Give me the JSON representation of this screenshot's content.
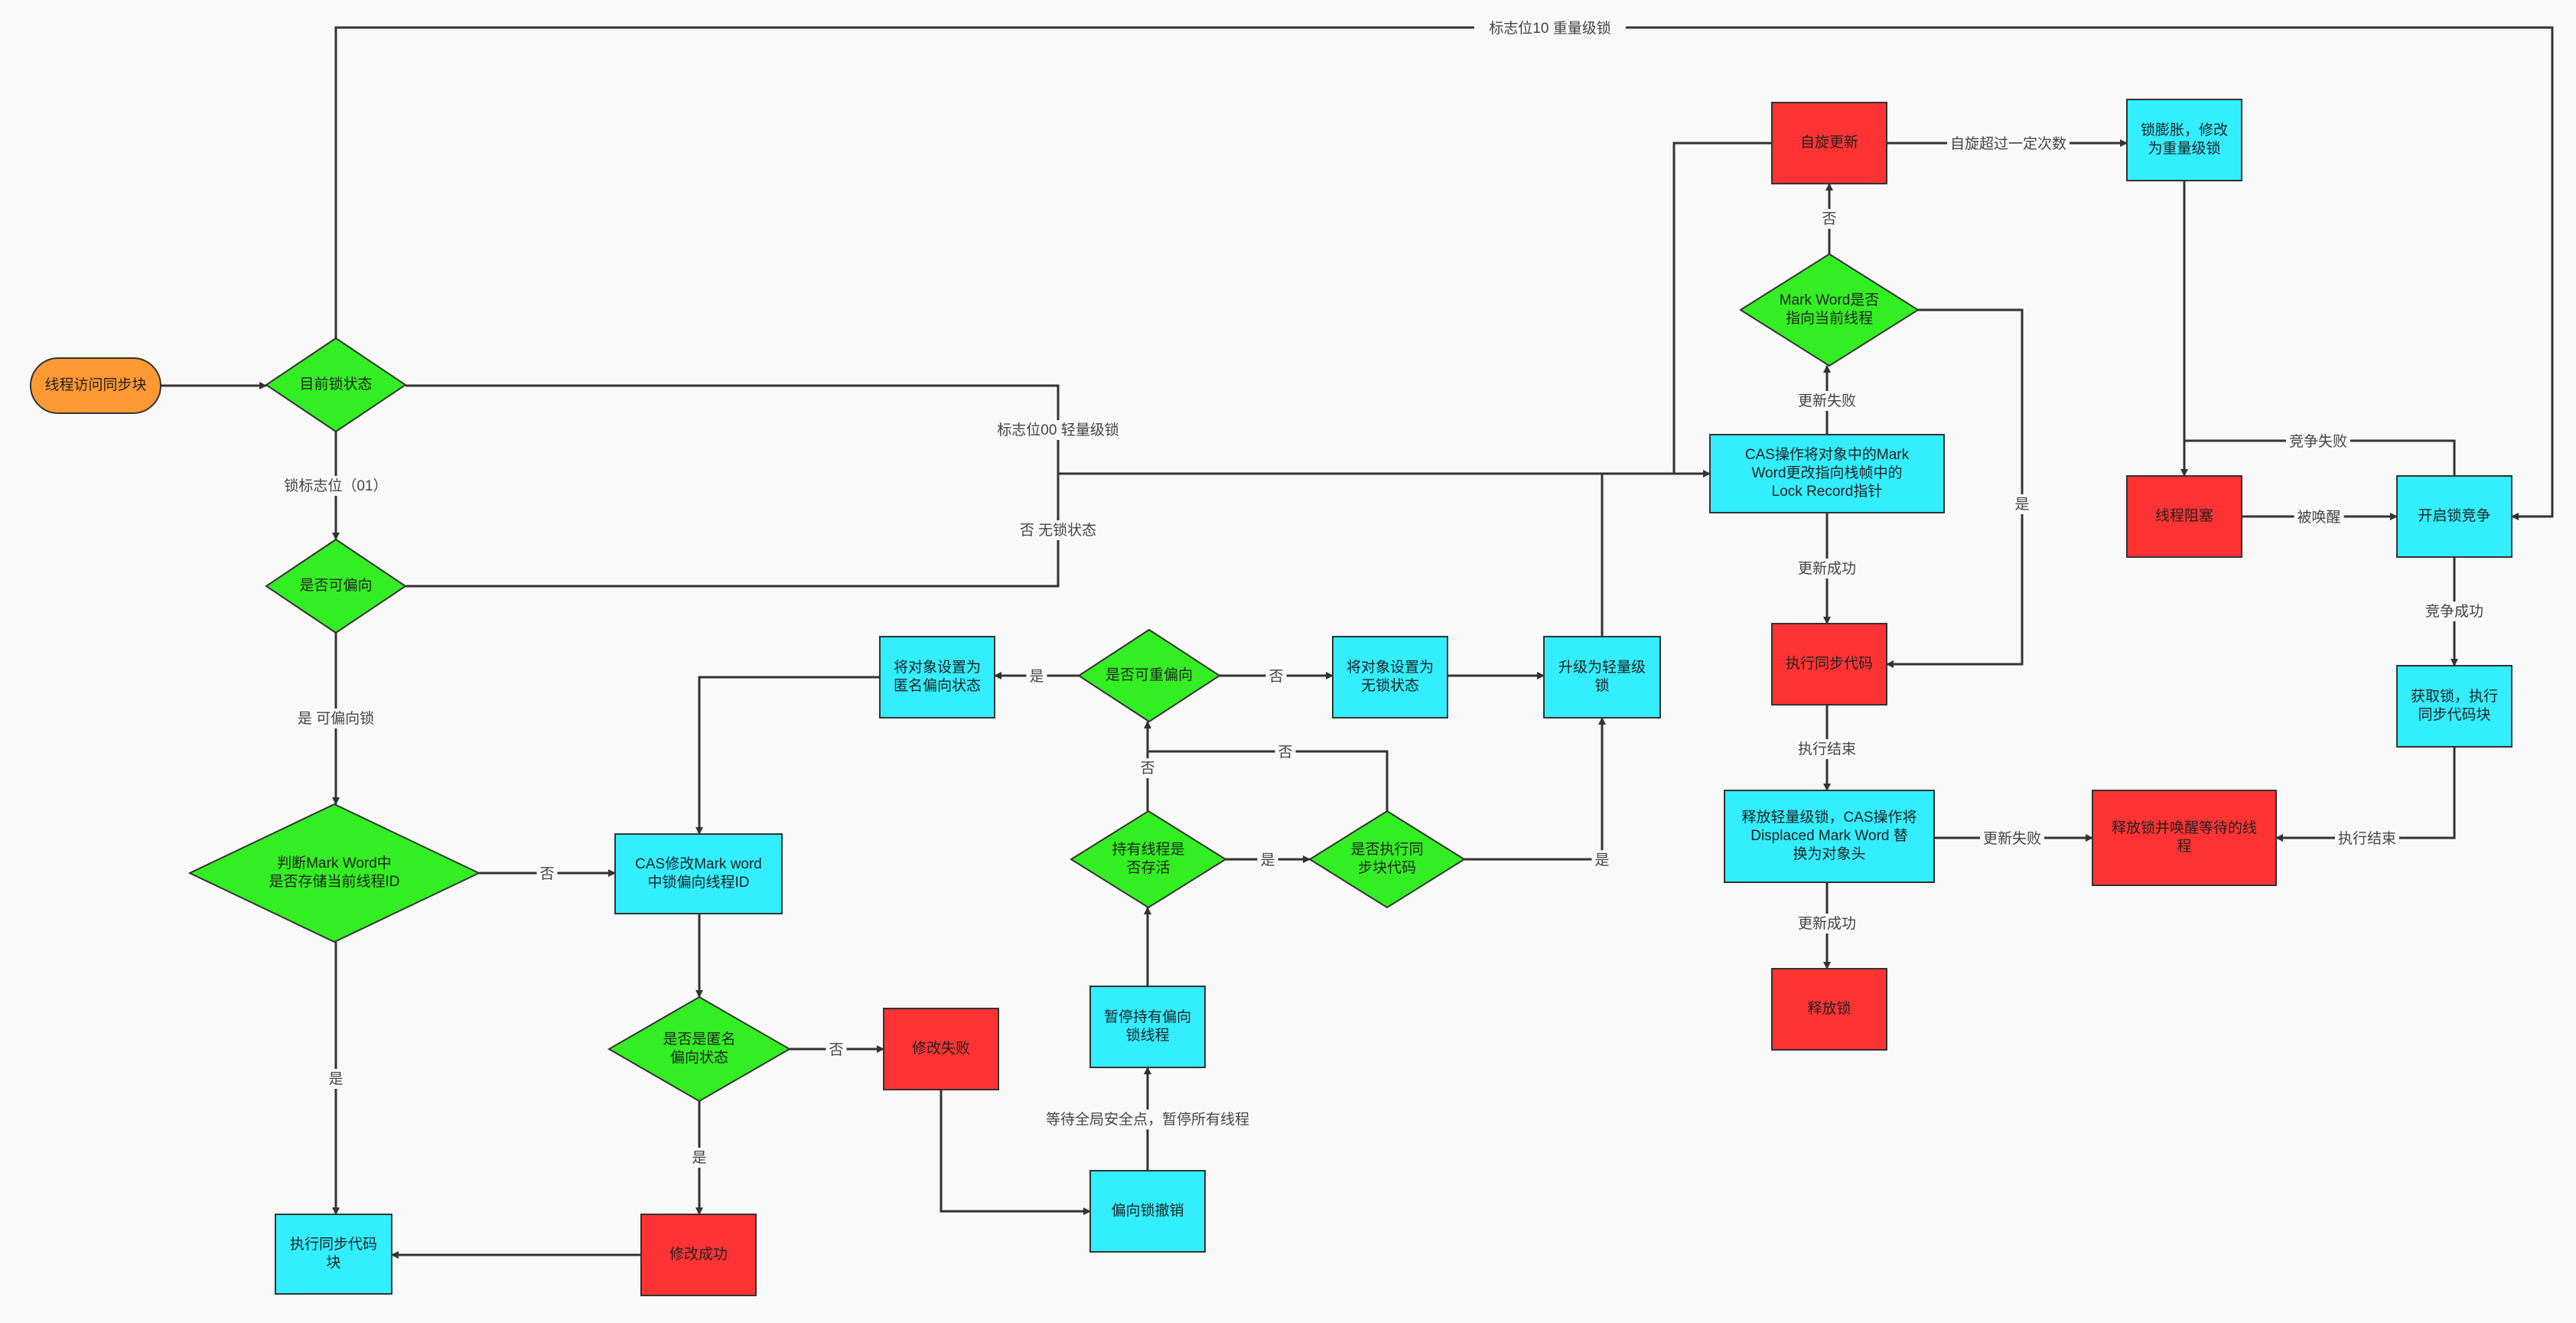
{
  "colors": {
    "orange": "#ff9933",
    "green": "#33ee22",
    "cyan": "#33eeff",
    "red": "#ff3333",
    "line": "#333333",
    "background": "#f9f9f9"
  },
  "nodes": {
    "start": "线程访问同步块",
    "cur_state": "目前锁状态",
    "can_bias": "是否可偏向",
    "mw_thread": "判断Mark Word中\n是否存储当前线程ID",
    "exec_sync_bl": "执行同步代码\n块",
    "cas_bias": "CAS修改Mark word\n中锁偏向线程ID",
    "is_anon": "是否是匿名\n偏向状态",
    "mod_fail": "修改失败",
    "mod_ok": "修改成功",
    "revoke": "偏向锁撤销",
    "pause_thread": "暂停持有偏向\n锁线程",
    "alive": "持有线程是\n否存活",
    "exec_sync_q": "是否执行同\n步块代码",
    "rebias_q": "是否可重偏向",
    "set_anon": "将对象设置为\n匿名偏向状态",
    "set_nolock": "将对象设置为\n无锁状态",
    "upgrade_light": "升级为轻量级\n锁",
    "spin": "自旋更新",
    "mw_points": "Mark Word是否\n指向当前线程",
    "cas_lock": "CAS操作将对象中的Mark\nWord更改指向栈帧中的\nLock Record指针",
    "exec_sync_r": "执行同步代码",
    "release_light": "释放轻量级锁，CAS操作将\nDisplaced Mark Word 替\n换为对象头",
    "release": "释放锁",
    "inflate": "锁膨胀，修改\n为重量级锁",
    "block": "线程阻塞",
    "compete": "开启锁竞争",
    "acquire": "获取锁，执行\n同步代码块",
    "release_wake": "释放锁并唤醒等待的线\n程"
  },
  "edges": {
    "heavy": "标志位10 重量级锁",
    "lock01": "锁标志位（01）",
    "light00": "标志位00 轻量级锁",
    "nolock": "否 无锁状态",
    "biasable": "是 可偏向锁",
    "mw_no": "否",
    "mw_yes": "是",
    "anon_no": "否",
    "anon_yes": "是",
    "safepoint": "等待全局安全点，暂停所有线程",
    "alive_yes": "是",
    "alive_no": "否",
    "exec_no": "否",
    "exec_yes": "是",
    "rebias_yes": "是",
    "rebias_no": "否",
    "spin_no": "否",
    "cas_fail": "更新失败",
    "cas_ok": "更新成功",
    "mw_yes_r": "是",
    "spin_exceed": "自旋超过一定次数",
    "exec_end": "执行结束",
    "rel_fail": "更新失败",
    "rel_ok": "更新成功",
    "compete_fail": "竞争失败",
    "woken": "被唤醒",
    "compete_ok": "竞争成功",
    "acq_end": "执行结束"
  }
}
